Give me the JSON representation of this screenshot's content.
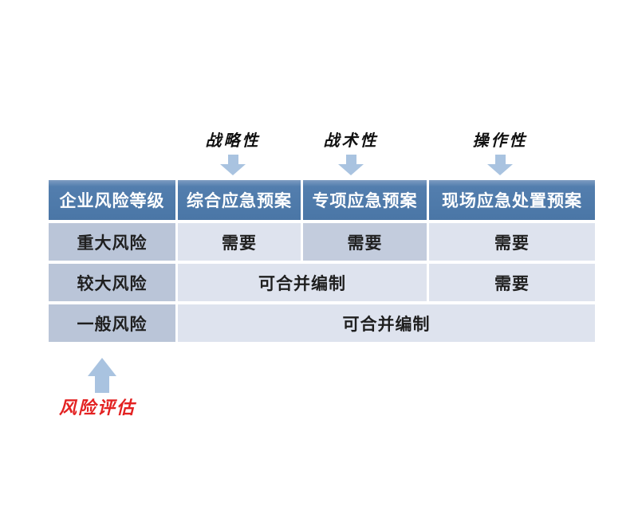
{
  "callouts": [
    {
      "label": "战略性"
    },
    {
      "label": "战术性"
    },
    {
      "label": "操作性"
    }
  ],
  "table": {
    "headers": [
      "企业风险等级",
      "综合应急预案",
      "专项应急预案",
      "现场应急处置预案"
    ],
    "rows": [
      {
        "level": "重大风险",
        "cells": [
          "需要",
          "需要",
          "需要"
        ]
      },
      {
        "level": "较大风险",
        "cells": [
          "可合并编制",
          "需要"
        ]
      },
      {
        "level": "一般风险",
        "cells": [
          "可合并编制"
        ]
      }
    ]
  },
  "bottom_label": "风险评估",
  "colors": {
    "header_bg": "#4a76a6",
    "level_cell_bg": "#bac5d8",
    "highlight_cell_bg": "#c3ccdd",
    "light_cell_bg": "#dee3ee",
    "arrow_blue": "#a9c3e0",
    "risk_label_red": "#e32222",
    "header_text": "#ffffff",
    "body_text": "#1f1f1f"
  }
}
